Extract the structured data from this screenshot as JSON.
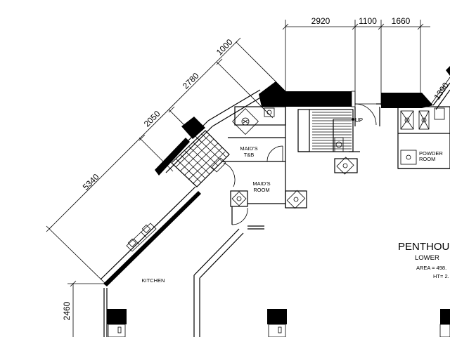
{
  "dimensions": {
    "top": [
      "2920",
      "1100",
      "1660"
    ],
    "diagonal": [
      "1000",
      "2780",
      "2050",
      "5340"
    ],
    "right": "1390",
    "left": "2460"
  },
  "rooms": {
    "maids_tb_line1": "MAID'S",
    "maids_tb_line2": "T&B",
    "maids_room_line1": "MAID'S",
    "maids_room_line2": "ROOM",
    "powder_line1": "POWDER",
    "powder_line2": "ROOM",
    "kitchen": "KITCHEN",
    "stair_up": "UP"
  },
  "title_block": {
    "title": "PENTHOU",
    "subtitle": "LOWER",
    "area": "AREA = 498.",
    "height": "HT= 2."
  }
}
